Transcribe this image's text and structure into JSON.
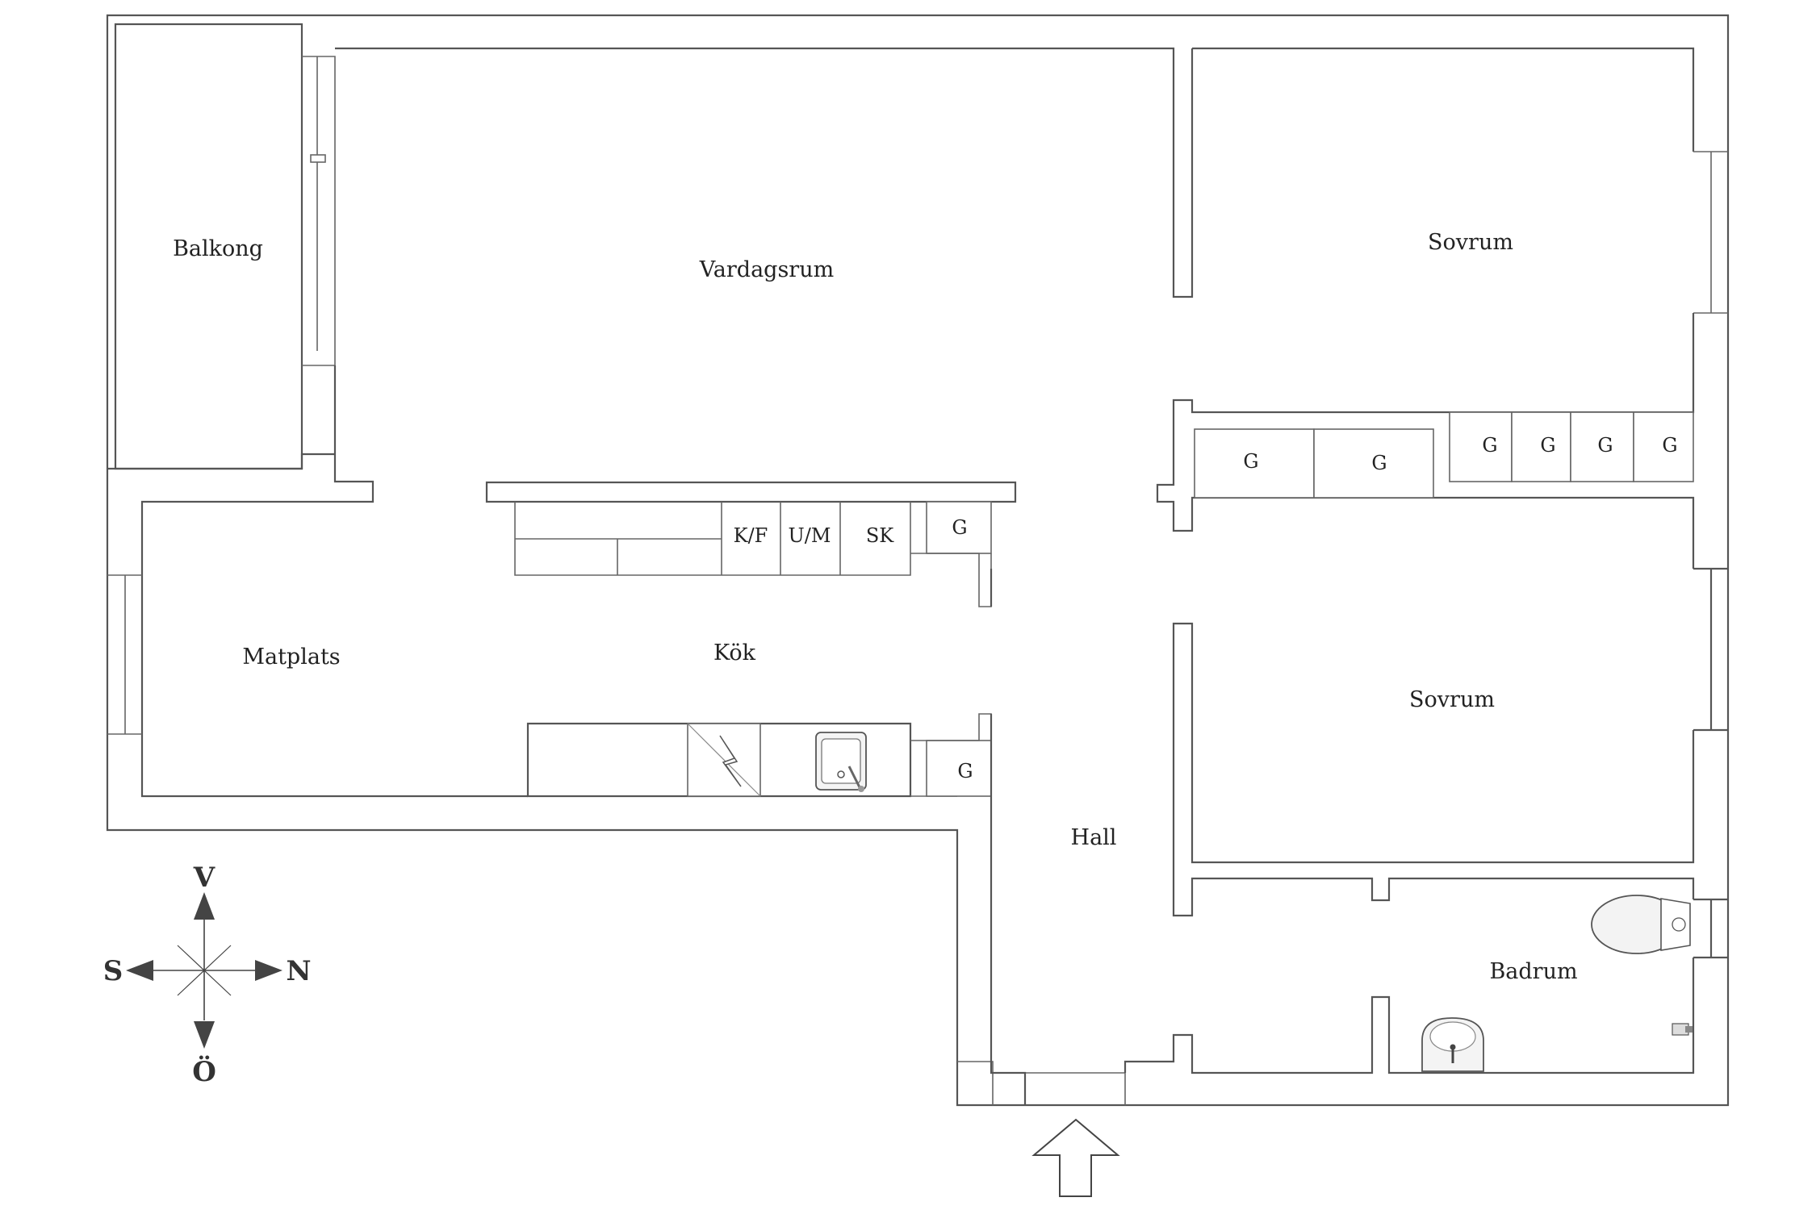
{
  "rooms": {
    "balkong": "Balkong",
    "vardagsrum": "Vardagsrum",
    "sovrum_top": "Sovrum",
    "sovrum_bottom": "Sovrum",
    "matplats": "Matplats",
    "kok": "Kök",
    "hall": "Hall",
    "badrum": "Badrum"
  },
  "fixtures": {
    "kf": "K/F",
    "um": "U/M",
    "sk": "SK",
    "g": "G"
  },
  "compass": {
    "north": "N",
    "south": "S",
    "west": "V",
    "east": "Ö"
  },
  "colors": {
    "wall": "#555555",
    "background": "#ffffff"
  },
  "icons": {
    "stove": "stove-icon",
    "sink": "kitchen-sink-icon",
    "toilet": "toilet-icon",
    "washbasin": "washbasin-icon",
    "entrance": "entrance-arrow-icon",
    "compass": "compass-rose-icon"
  }
}
